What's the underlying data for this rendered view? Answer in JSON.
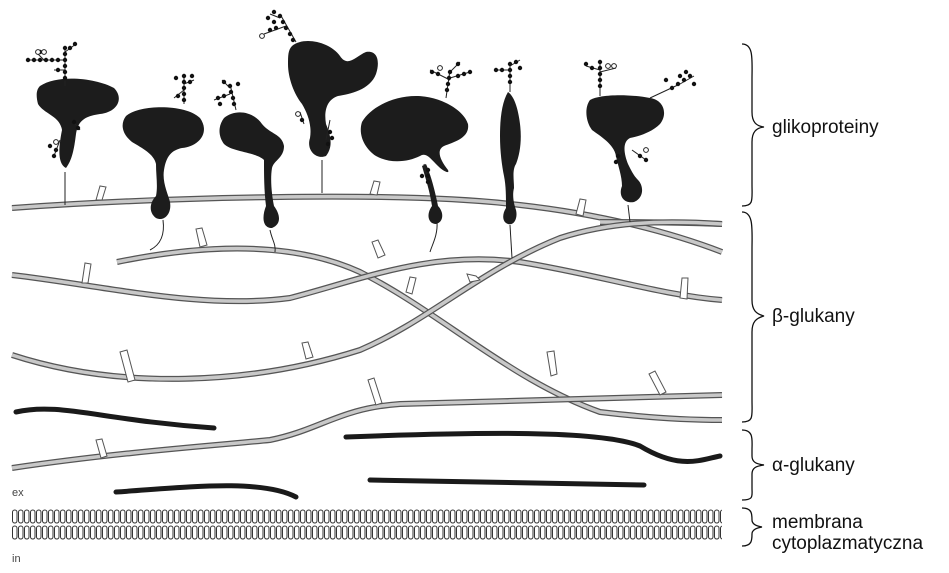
{
  "labels": {
    "glycoproteins": "glikoproteiny",
    "beta_glucans": "β-glukany",
    "alpha_glucans": "α-glukany",
    "membrane_line1": "membrana",
    "membrane_line2": "cytoplazmatyczna",
    "outside": "ex",
    "inside": "in"
  },
  "colors": {
    "beta_fiber_fill": "#c8c8c8",
    "beta_fiber_outline": "#555555",
    "alpha_fiber": "#1a1a1a",
    "protein": "#1c1c1c",
    "membrane_outline": "#333333",
    "membrane_fill": "#ffffff"
  }
}
